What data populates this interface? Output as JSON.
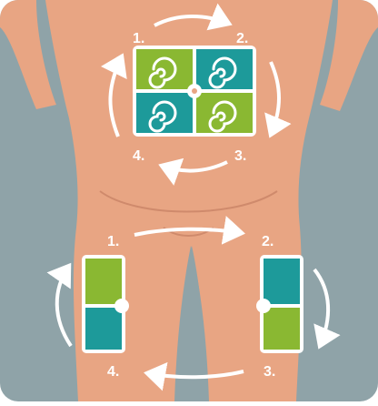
{
  "colors": {
    "background": "#8fa3a8",
    "skin": "#e8a583",
    "skin_shadow": "#cf8a6c",
    "green": "#8ab832",
    "teal": "#1d9a9a",
    "arrow": "#ffffff",
    "label": "#ffffff"
  },
  "abdomen": {
    "steps": [
      {
        "label": "1.",
        "quadrant": "top-left",
        "color": "green",
        "icon": "spiral-icon"
      },
      {
        "label": "2.",
        "quadrant": "top-right",
        "color": "teal",
        "icon": "spiral-icon"
      },
      {
        "label": "3.",
        "quadrant": "bottom-right",
        "color": "green",
        "icon": "spiral-icon"
      },
      {
        "label": "4.",
        "quadrant": "bottom-left",
        "color": "teal",
        "icon": "spiral-icon"
      }
    ]
  },
  "thighs": {
    "steps": [
      {
        "label": "1.",
        "position": "left-thigh-top",
        "colors": [
          "green",
          "teal"
        ]
      },
      {
        "label": "2.",
        "position": "right-thigh-top",
        "colors": [
          "teal",
          "green"
        ]
      },
      {
        "label": "3.",
        "position": "right-thigh-bottom"
      },
      {
        "label": "4.",
        "position": "left-thigh-bottom"
      }
    ]
  }
}
